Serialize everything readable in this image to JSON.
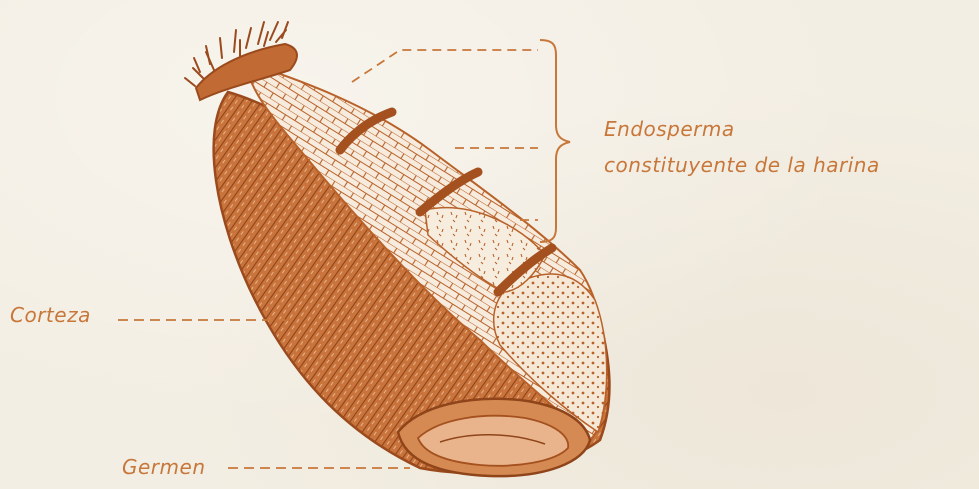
{
  "labels": {
    "endosperm_line1": "Endosperma",
    "endosperm_line2": "constituyente  de  la  harina",
    "bran": "Corteza",
    "germ": "Germen"
  },
  "colors": {
    "ink": "#b8622a",
    "label": "#c8773a",
    "fill_dark": "#c26a33",
    "fill_light": "#f1e4d2",
    "background": "#f3eee3"
  }
}
